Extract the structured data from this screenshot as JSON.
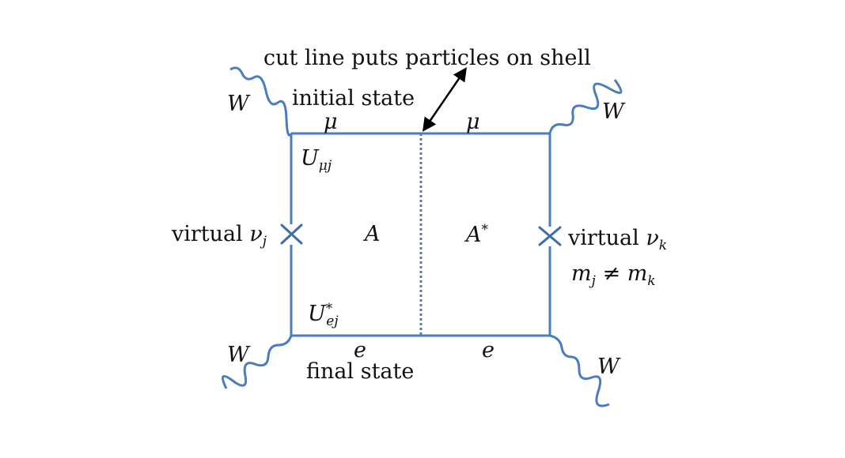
{
  "colors": {
    "line": "#4a7dbf",
    "text": "#111111",
    "arrow": "#000000"
  },
  "labels": {
    "cut_line_note": "cut line puts particles on shell",
    "initial_state": "initial state",
    "final_state": "final state",
    "w_top_left": "W",
    "w_top_right": "W",
    "w_bottom_left": "W",
    "w_bottom_right": "W",
    "mu_left": "μ",
    "mu_right": "μ",
    "e_left": "e",
    "e_right": "e",
    "u_mu_j": {
      "base": "U",
      "sub": "μj"
    },
    "u_e_j": {
      "base": "U",
      "sup": "*",
      "sub": "ej"
    },
    "amp_left": "A",
    "amp_right": {
      "base": "A",
      "sup": "*"
    },
    "virtual_left": {
      "text": "virtual ",
      "symbol": "ν",
      "sub": "j"
    },
    "virtual_right": {
      "text": "virtual ",
      "symbol": "ν",
      "sub": "k"
    },
    "mass_condition": {
      "m1": "m",
      "sub1": "j",
      "neq": " ≠ ",
      "m2": "m",
      "sub2": "k"
    }
  }
}
